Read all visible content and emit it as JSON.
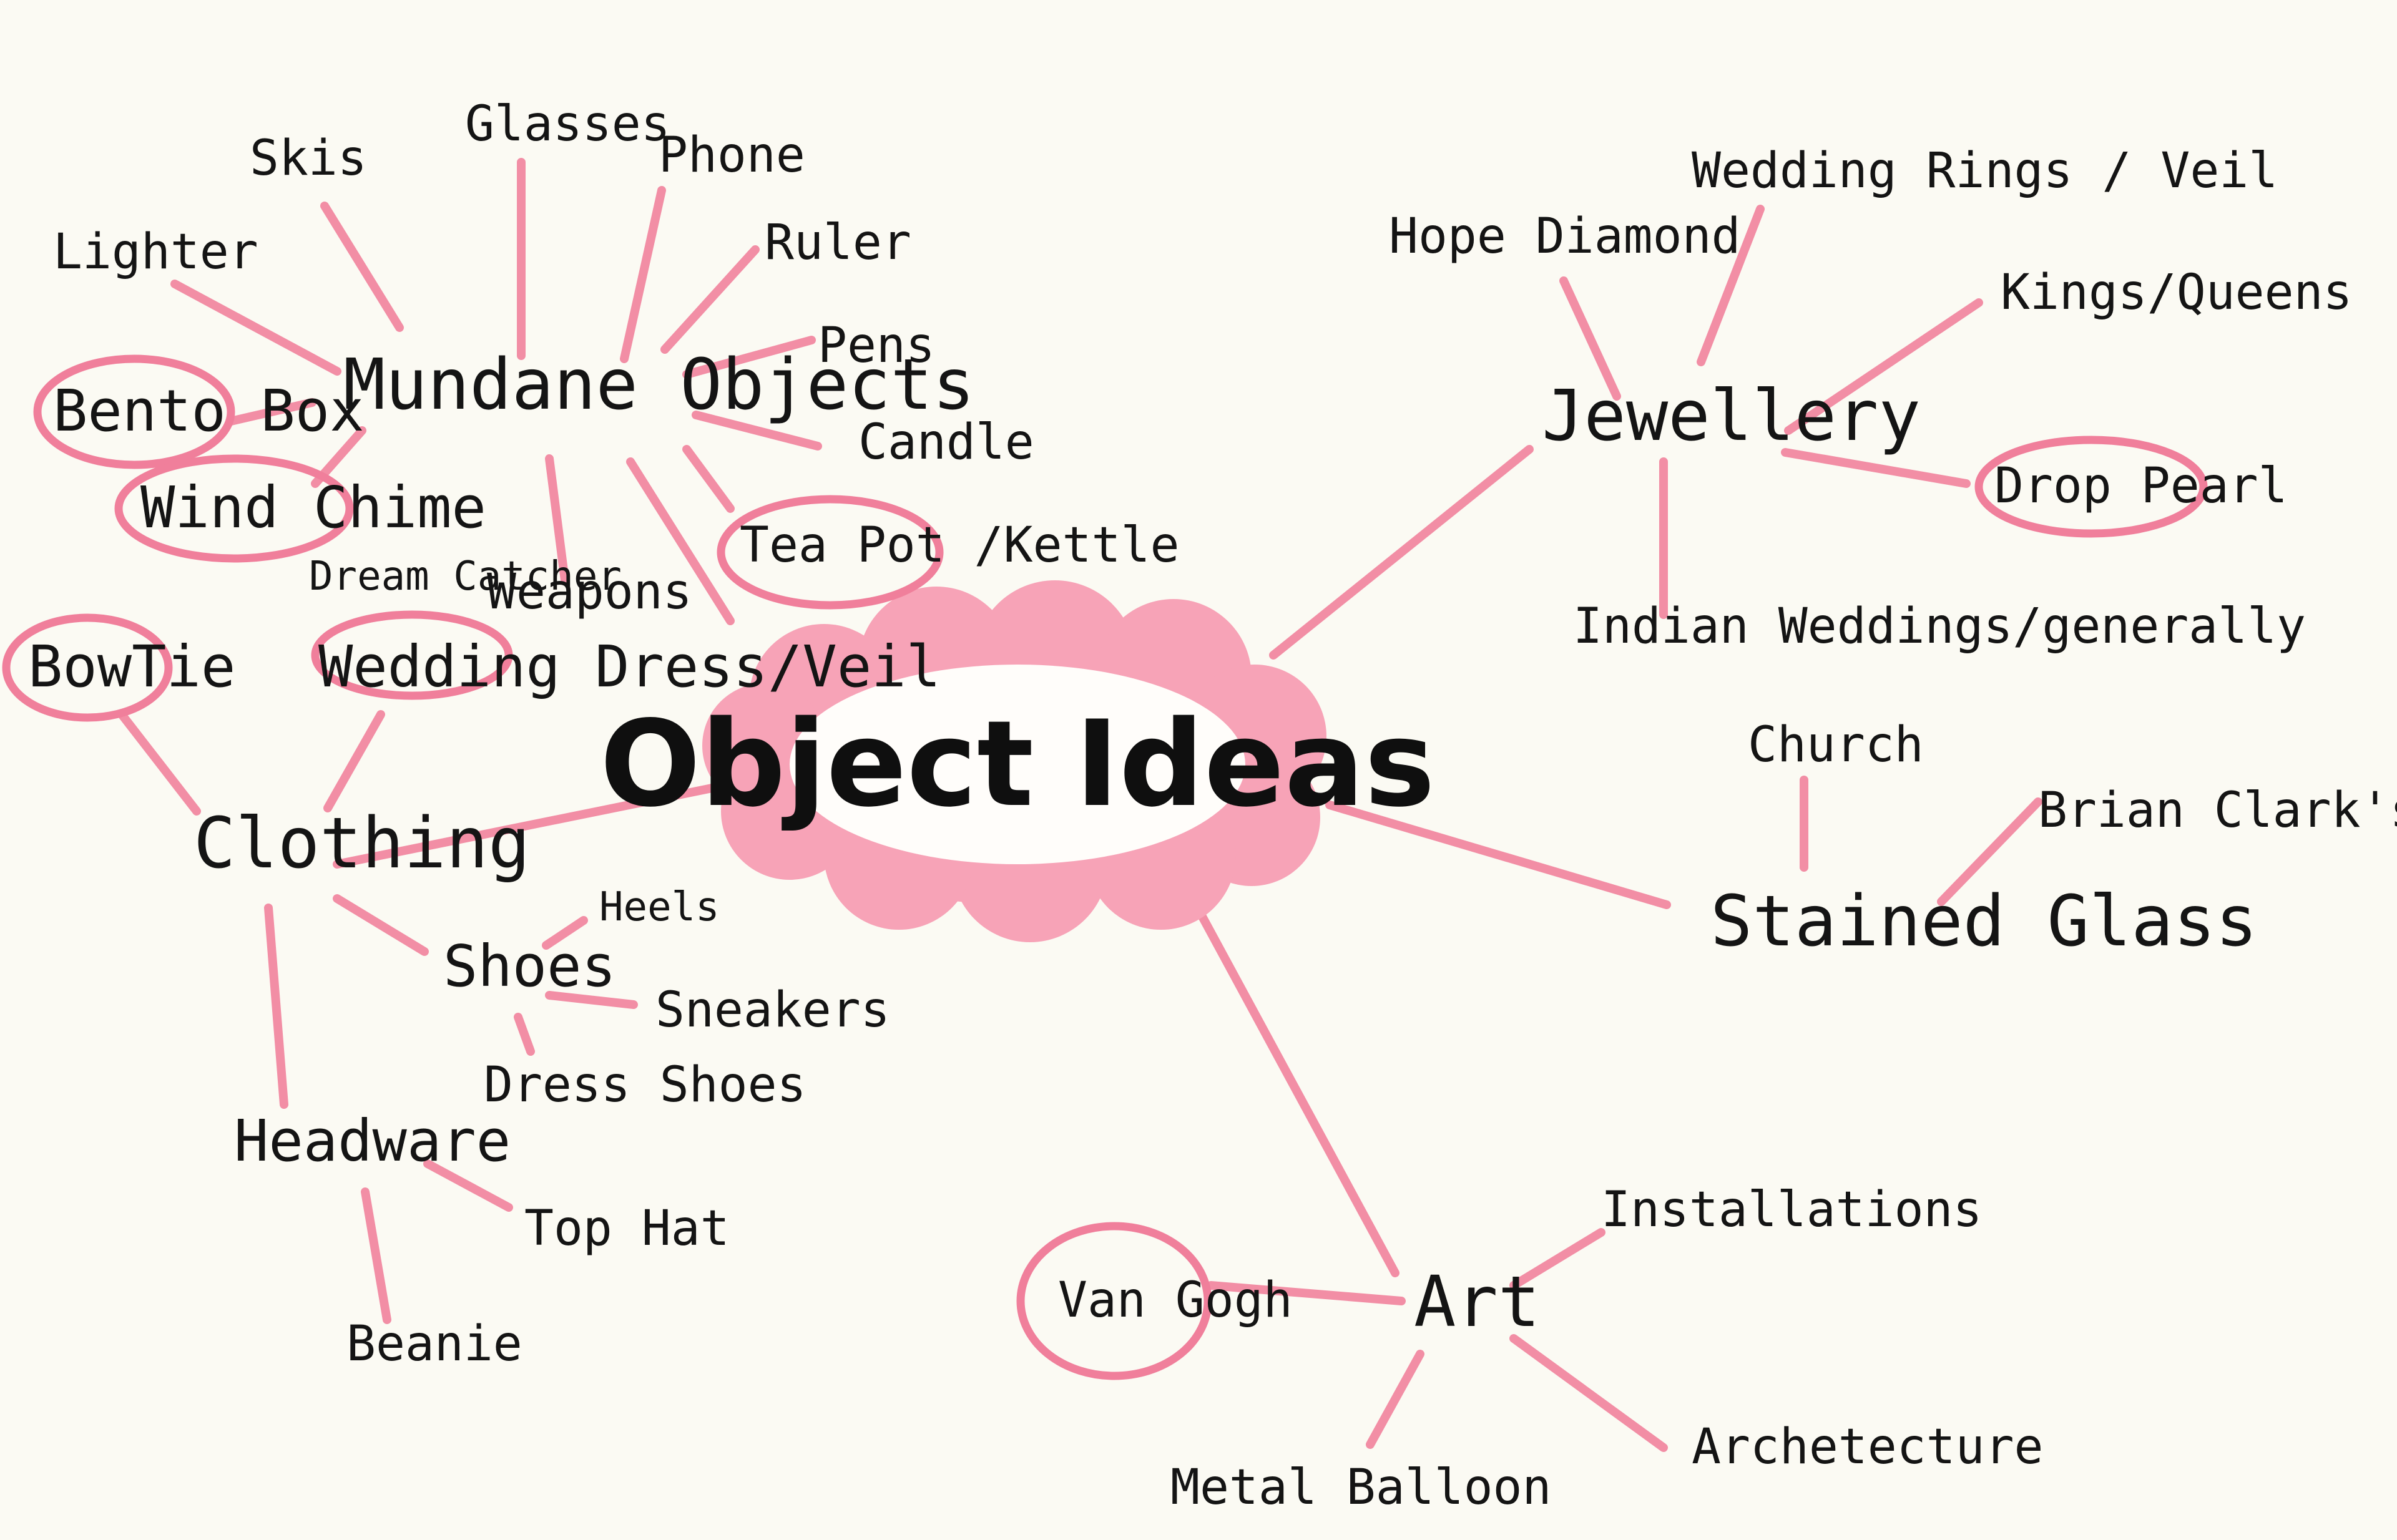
{
  "center": "Object Ideas",
  "mundane": {
    "label": "Mundane Objects",
    "items": [
      "Skis",
      "Glasses",
      "Phone",
      "Ruler",
      "Pens",
      "Candle",
      "Tea Pot /Kettle",
      "Weapons",
      "Lighter",
      "Bento Box",
      "Wind Chime",
      "Dream Catcher"
    ]
  },
  "clothing": {
    "label": "Clothing",
    "items": [
      "BowTie",
      "Wedding Dress/Veil",
      "Shoes",
      "Headware"
    ],
    "shoes": [
      "Heels",
      "Sneakers",
      "Dress Shoes"
    ],
    "headware": [
      "Top Hat",
      "Beanie"
    ]
  },
  "jewellery": {
    "label": "Jewellery",
    "items": [
      "Hope Diamond",
      "Wedding Rings / Veil",
      "Kings/Queens",
      "Drop Pearl",
      "Indian Weddings/generally"
    ]
  },
  "stained_glass": {
    "label": "Stained Glass",
    "items": [
      "Church",
      "Brian Clark's Screens"
    ]
  },
  "art": {
    "label": "Art",
    "items": [
      "Van Gogh",
      "Installations",
      "Archetecture",
      "Metal Balloon"
    ]
  },
  "colors": {
    "line": "#f28ea5",
    "ring": "#f07f9b",
    "paper": "#fbfaf3",
    "ink": "#141414"
  }
}
